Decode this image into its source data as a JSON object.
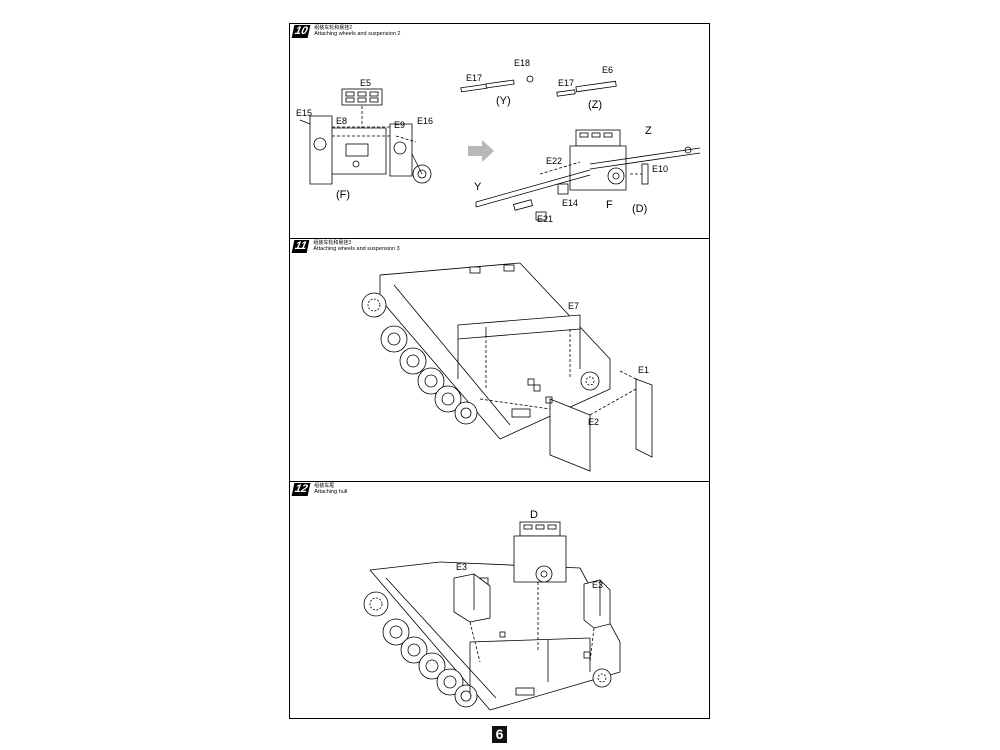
{
  "steps": [
    {
      "number": "10",
      "title_cn": "组装车轮和悬挂2",
      "title_en": "Attaching wheels and suspension 2",
      "callouts": {
        "e5": "E5",
        "e15": "E15",
        "e8": "E8",
        "e9": "E9",
        "e16": "E16",
        "f_group": "(F)",
        "e17a": "E17",
        "e18": "E18",
        "y_group": "(Y)",
        "e17b": "E17",
        "e6": "E6",
        "z_group": "(Z)",
        "z": "Z",
        "e22": "E22",
        "e10": "E10",
        "y": "Y",
        "e14": "E14",
        "f": "F",
        "d_group": "(D)",
        "e21": "E21"
      }
    },
    {
      "number": "11",
      "title_cn": "组装车轮和悬挂3",
      "title_en": "Attaching wheels and suspension 3",
      "callouts": {
        "e7": "E7",
        "e1": "E1",
        "e2": "E2"
      }
    },
    {
      "number": "12",
      "title_cn": "组装车尾",
      "title_en": "Attaching hull",
      "callouts": {
        "d": "D",
        "e3a": "E3",
        "e3b": "E3"
      }
    }
  ],
  "page_number": "6",
  "colors": {
    "ink": "#000000",
    "arrow": "#b8b8b8",
    "hatch": "#6a6a6a"
  }
}
